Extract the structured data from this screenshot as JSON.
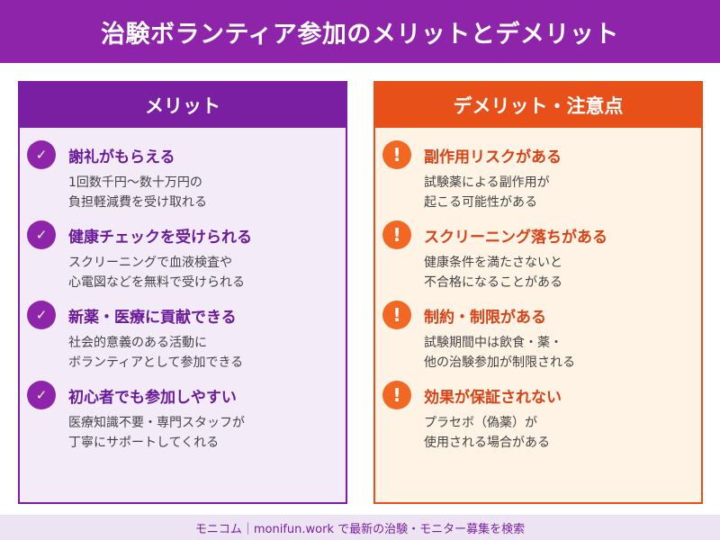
{
  "header": {
    "title": "治験ボランティア参加のメリットとデメリット"
  },
  "merit": {
    "heading": "メリット",
    "icon": "check-icon",
    "items": [
      {
        "title": "謝礼がもらえる",
        "line1": "1回数千円〜数十万円の",
        "line2": "負担軽減費を受け取れる"
      },
      {
        "title": "健康チェックを受けられる",
        "line1": "スクリーニングで血液検査や",
        "line2": "心電図などを無料で受けられる"
      },
      {
        "title": "新薬・医療に貢献できる",
        "line1": "社会的意義のある活動に",
        "line2": "ボランティアとして参加できる"
      },
      {
        "title": "初心者でも参加しやすい",
        "line1": "医療知識不要・専門スタッフが",
        "line2": "丁寧にサポートしてくれる"
      }
    ]
  },
  "demerit": {
    "heading": "デメリット・注意点",
    "icon": "exclamation-icon",
    "items": [
      {
        "title": "副作用リスクがある",
        "line1": "試験薬による副作用が",
        "line2": "起こる可能性がある"
      },
      {
        "title": "スクリーニング落ちがある",
        "line1": "健康条件を満たさないと",
        "line2": "不合格になることがある"
      },
      {
        "title": "制約・制限がある",
        "line1": "試験期間中は飲食・薬・",
        "line2": "他の治験参加が制限される"
      },
      {
        "title": "効果が保証されない",
        "line1": "プラセボ（偽薬）が",
        "line2": "使用される場合がある"
      }
    ]
  },
  "footer": {
    "text": "モニコム｜monifun.work で最新の治験・モニター募集を検索"
  },
  "colors": {
    "purple": "#8e24aa",
    "orange": "#e8501a"
  }
}
